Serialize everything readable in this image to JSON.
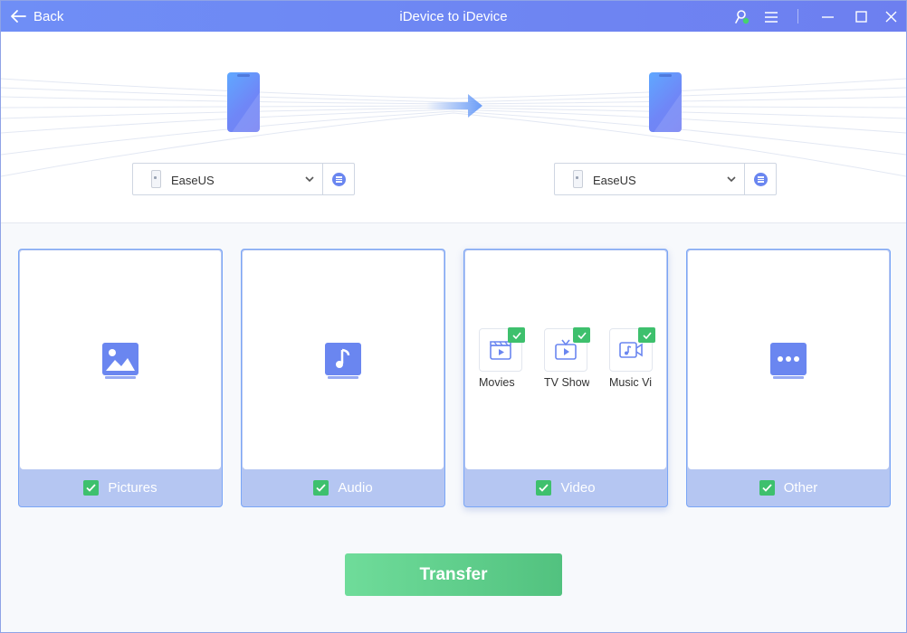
{
  "titlebar": {
    "back_label": "Back",
    "title": "iDevice to iDevice"
  },
  "devices": {
    "source": {
      "selected": "EaseUS"
    },
    "target": {
      "selected": "EaseUS"
    }
  },
  "categories": [
    {
      "label": "Pictures",
      "checked": true
    },
    {
      "label": "Audio",
      "checked": true
    },
    {
      "label": "Video",
      "checked": true,
      "subitems": [
        {
          "label": "Movies",
          "checked": true
        },
        {
          "label": "TV Show",
          "checked": true
        },
        {
          "label": "Music Vi",
          "checked": true
        }
      ]
    },
    {
      "label": "Other",
      "checked": true
    }
  ],
  "transfer_label": "Transfer",
  "colors": {
    "titlebar": "#6f8ef6",
    "card_footer": "#b5c6f2",
    "check_green": "#3ec06d",
    "transfer_green": "#52c27f",
    "icon_blue": "#6a86f0"
  }
}
